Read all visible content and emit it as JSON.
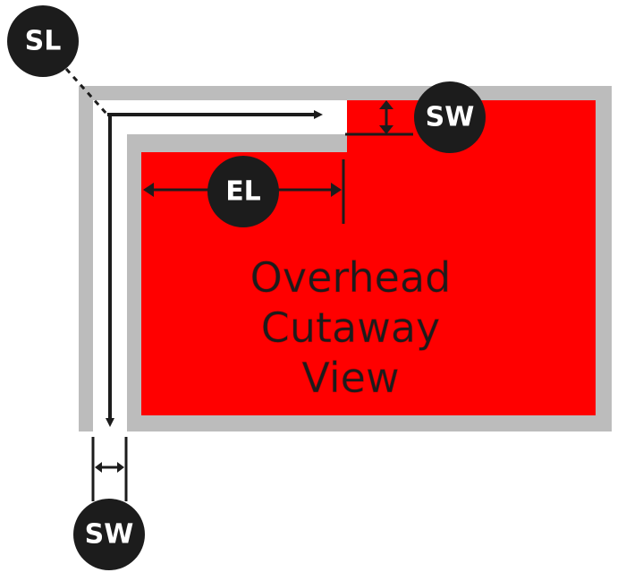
{
  "colors": {
    "wall_gray": "#bcbcbc",
    "red_area": "#ff0000",
    "ink": "#1c1c1c",
    "badge_text": "#ffffff"
  },
  "diagram": {
    "badges": {
      "sl": "SL",
      "sw_top": "SW",
      "el": "EL",
      "sw_bottom": "SW"
    },
    "view_label": {
      "line1": "Overhead",
      "line2": "Cutaway",
      "line3": "View"
    }
  }
}
